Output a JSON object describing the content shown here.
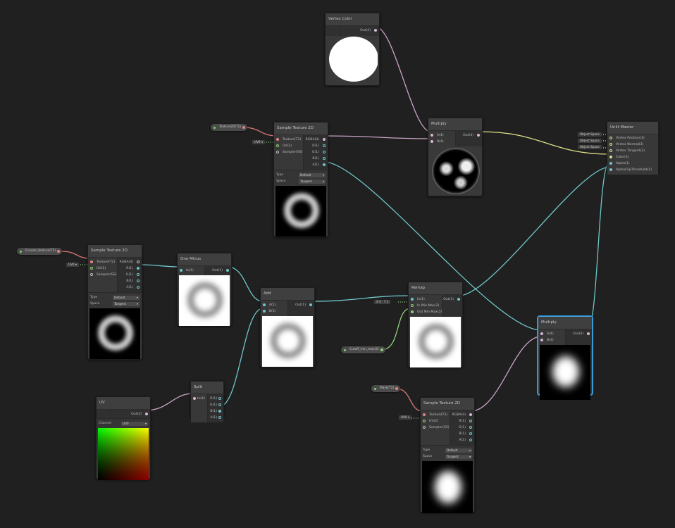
{
  "nodes": {
    "vertex_color": {
      "title": "Vertex Color",
      "outputs": [
        "Out(4)"
      ]
    },
    "sample_tex_top": {
      "title": "Sample Texture 2D",
      "inputs": [
        "Texture(T2)",
        "UV(2)",
        "Sampler(SS)"
      ],
      "outputs": [
        "RGBA(4)",
        "R(1)",
        "G(1)",
        "B(1)",
        "A(1)"
      ],
      "type_label": "Type",
      "type_value": "Default",
      "space_label": "Space",
      "space_value": "Tangent",
      "uv_default": "UV0"
    },
    "multiply_top": {
      "title": "Multiply",
      "inputs": [
        "A(4)",
        "B(4)"
      ],
      "outputs": [
        "Out(4)"
      ]
    },
    "unlit_master": {
      "title": "Unlit Master",
      "inputs": [
        "Vertex Position(3)",
        "Vertex Normal(3)",
        "Vertex Tangent(3)",
        "Color(3)",
        "Alpha(1)",
        "AlphaClipThreshold(1)"
      ],
      "space_defaults": [
        "Object Space",
        "Object Space",
        "Object Space"
      ]
    },
    "sample_tex_left": {
      "title": "Sample Texture 2D",
      "inputs": [
        "Texture(T2)",
        "UV(2)",
        "Sampler(SS)"
      ],
      "outputs": [
        "RGBA(4)",
        "R(1)",
        "G(1)",
        "B(1)",
        "A(1)"
      ],
      "type_label": "Type",
      "type_value": "Default",
      "space_label": "Space",
      "space_value": "Tangent",
      "uv_default": "UV0"
    },
    "one_minus": {
      "title": "One Minus",
      "inputs": [
        "In(1)"
      ],
      "outputs": [
        "Out(1)"
      ]
    },
    "add": {
      "title": "Add",
      "inputs": [
        "A(1)",
        "B(1)"
      ],
      "outputs": [
        "Out(1)"
      ]
    },
    "remap": {
      "title": "Remap",
      "inputs": [
        "In(1)",
        "In Min Max(2)",
        "Out Min Max(2)"
      ],
      "outputs": [
        "Out(1)"
      ],
      "in_min_max": {
        "x_label": "X",
        "x": "0",
        "y_label": "Y",
        "y": "1"
      }
    },
    "multiply_bottom": {
      "title": "Multiply",
      "inputs": [
        "A(4)",
        "B(4)"
      ],
      "outputs": [
        "Out(4)"
      ]
    },
    "split": {
      "title": "Split",
      "inputs": [
        "In(4)"
      ],
      "outputs": [
        "R(1)",
        "G(1)",
        "B(1)",
        "A(1)"
      ]
    },
    "uv": {
      "title": "UV",
      "outputs": [
        "Out(4)"
      ],
      "channel_label": "Channel",
      "channel_value": "UV0"
    },
    "sample_tex_bottom": {
      "title": "Sample Texture 2D",
      "inputs": [
        "Texture(T2)",
        "UV(2)",
        "Sampler(SS)"
      ],
      "outputs": [
        "RGBA(4)",
        "R(1)",
        "G(1)",
        "B(1)",
        "A(1)"
      ],
      "type_label": "Type",
      "type_value": "Default",
      "space_label": "Space",
      "space_value": "Tangent",
      "uv_default": "UV0"
    }
  },
  "properties": {
    "texture2d": "Texture2D(T2)",
    "erosion_texture": "Erosion_texture(T2)",
    "cutoff_min_max": "Cutoff_min_max(2)",
    "mask": "Mask(T2)"
  },
  "colors": {
    "canvas": "#202020",
    "wire_vector4": "#c9a3c6",
    "wire_vector1": "#6fc6c9",
    "wire_vector2": "#8fd07c",
    "wire_vector3": "#e0e08a",
    "wire_texture": "#e07a7a",
    "selection": "#44a3e0"
  }
}
